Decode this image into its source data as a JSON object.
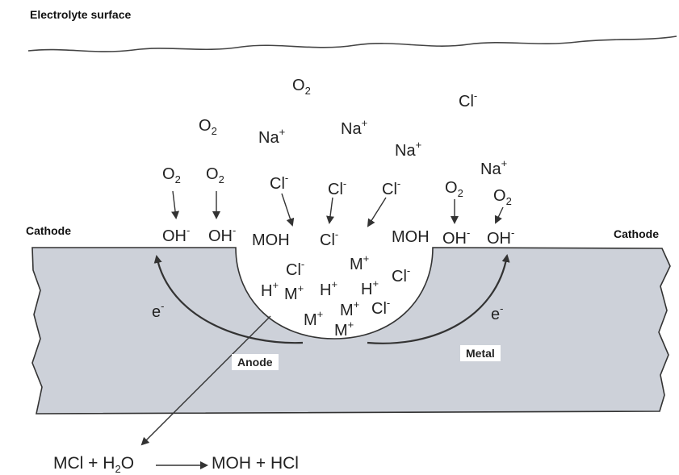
{
  "labels": {
    "electrolyte_surface": "Electrolyte surface",
    "cathode_left": "Cathode",
    "cathode_right": "Cathode",
    "anode": "Anode",
    "metal": "Metal"
  },
  "ions": {
    "o2": "O",
    "o2_sub": "2",
    "na": "Na",
    "na_sup": "+",
    "cl": "Cl",
    "cl_sup": "-",
    "oh": "OH",
    "oh_sup": "-",
    "moh": "MOH",
    "m": "M",
    "m_sup": "+",
    "h": "H",
    "h_sup": "+",
    "e": "e",
    "e_sup": "-"
  },
  "equation": {
    "left_a": "MCl",
    "plus1": "+",
    "h": "H",
    "sub2": "2",
    "o": "O",
    "right_a": "MOH",
    "plus2": "+",
    "right_b": "HCl"
  },
  "colors": {
    "metal_fill": "#cdd1d9",
    "outline": "#333333",
    "arrow": "#333333"
  }
}
